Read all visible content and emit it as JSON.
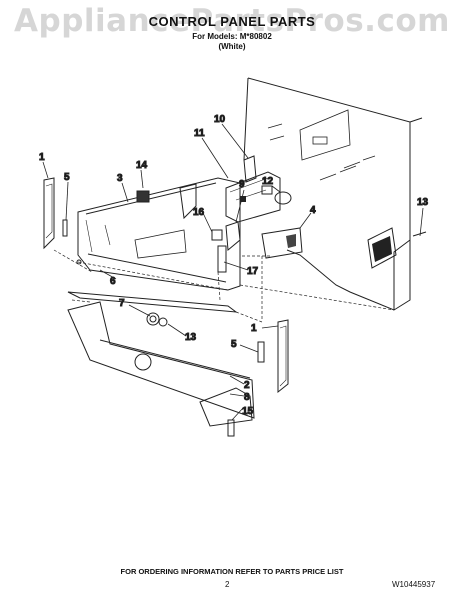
{
  "watermark": "AppliancePartsPros.com",
  "title": "CONTROL PANEL PARTS",
  "subtitle_line1": "For Models: M*80802",
  "subtitle_line2": "(White)",
  "footer_note": "FOR ORDERING INFORMATION REFER TO PARTS PRICE LIST",
  "page_number": "2",
  "document_id": "W10445937",
  "callouts": {
    "c1a": "1",
    "c5a": "5",
    "c3": "3",
    "c14": "14",
    "c11": "11",
    "c10": "10",
    "c12": "12",
    "c9": "9",
    "c16": "16",
    "c4": "4",
    "c13a": "13",
    "c6": "6",
    "c17": "17",
    "c7": "7",
    "c13b": "13",
    "c1b": "1",
    "c5b": "5",
    "c2": "2",
    "c8": "8",
    "c15": "15"
  }
}
